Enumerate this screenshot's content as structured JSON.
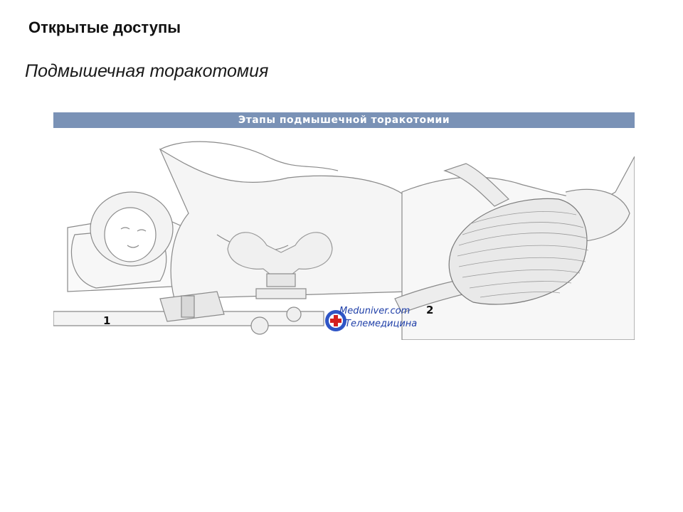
{
  "slide": {
    "title": "Открытые доступы",
    "subtitle": "Подмышечная торакотомия"
  },
  "figure": {
    "banner_title": "Этапы подмышечной торакотомии",
    "banner_color": "#7a92b6",
    "panels": [
      {
        "label": "1"
      },
      {
        "label": "2"
      }
    ],
    "watermark": {
      "site": "Meduniver.com",
      "brand": "Телемедицина",
      "logo_icon": "red-cross-globe-icon"
    }
  }
}
